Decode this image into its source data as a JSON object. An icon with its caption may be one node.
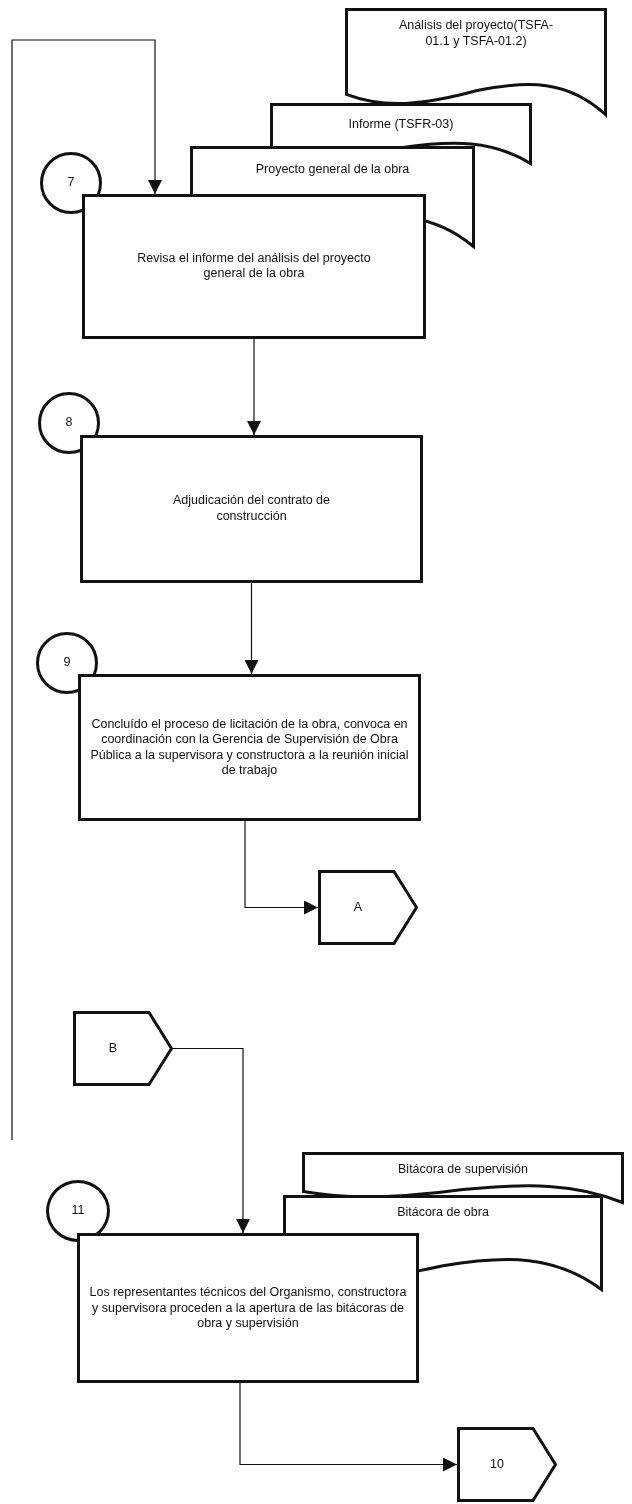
{
  "diagram": {
    "nodes": [
      {
        "text": [
          "Análisis del proyecto(TSFA-01.1 y TSFA-01.2)"
        ]
      },
      {
        "text": [
          "Informe (TSFR-03)"
        ]
      },
      {
        "text": [
          "Proyecto general de la obra"
        ]
      },
      {
        "text": [
          "7"
        ]
      },
      {
        "text": [
          "Revisa el informe del análisis del proyecto general de la obra"
        ]
      },
      {
        "text": [
          "8"
        ]
      },
      {
        "text": [
          "Adjudicación del contrato de construcción"
        ]
      },
      {
        "text": [
          "9"
        ]
      },
      {
        "text": [
          "Concluído el proceso de licitación de la obra, convoca en coordinación con la Gerencia de Supervisión de Obra Pública a la supervisora y constructora a la reunión inicial de trabajo"
        ]
      },
      {
        "text": [
          "A"
        ]
      },
      {
        "text": [
          "B"
        ]
      },
      {
        "text": [
          "Bitácora de supervisión"
        ]
      },
      {
        "text": [
          "Bitácora de obra"
        ]
      },
      {
        "text": [
          "11"
        ]
      },
      {
        "text": [
          "Los representantes técnicos del Organismo, constructora y supervisora proceden a la apertura de las bitácoras de obra y supervisión"
        ]
      },
      {
        "text": [
          "10"
        ]
      }
    ],
    "edges": [
      {
        "from": null,
        "to": 4,
        "arrow": "to"
      },
      {
        "from": 4,
        "to": 6,
        "arrow": "to"
      },
      {
        "from": 6,
        "to": 8,
        "arrow": "to"
      },
      {
        "from": 8,
        "to": 9,
        "arrow": "to"
      },
      {
        "from": 10,
        "to": 14,
        "arrow": "to"
      },
      {
        "from": 14,
        "to": 15,
        "arrow": "to"
      }
    ]
  }
}
